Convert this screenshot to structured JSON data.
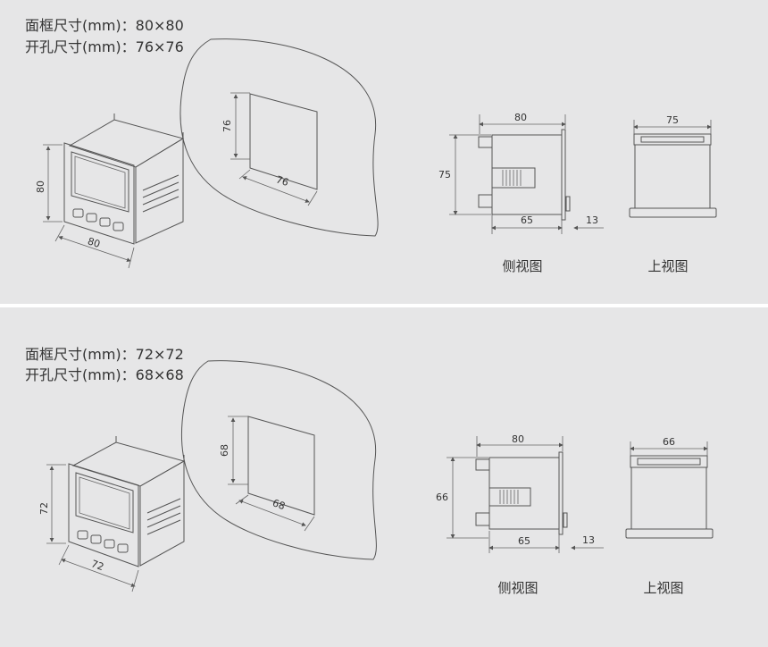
{
  "panels": [
    {
      "spec_frame": "面框尺寸(mm)：80×80",
      "spec_cutout": "开孔尺寸(mm)：76×76",
      "meter_height": "80",
      "meter_width": "80",
      "cutout_height": "76",
      "cutout_width": "76",
      "side_width": "80",
      "side_height": "75",
      "side_depth": "65",
      "side_front": "13",
      "top_width": "75",
      "side_caption": "侧视图",
      "top_caption": "上视图"
    },
    {
      "spec_frame": "面框尺寸(mm)：72×72",
      "spec_cutout": "开孔尺寸(mm)：68×68",
      "meter_height": "72",
      "meter_width": "72",
      "cutout_height": "68",
      "cutout_width": "68",
      "side_width": "80",
      "side_height": "66",
      "side_depth": "65",
      "side_front": "13",
      "top_width": "66",
      "side_caption": "侧视图",
      "top_caption": "上视图"
    }
  ]
}
